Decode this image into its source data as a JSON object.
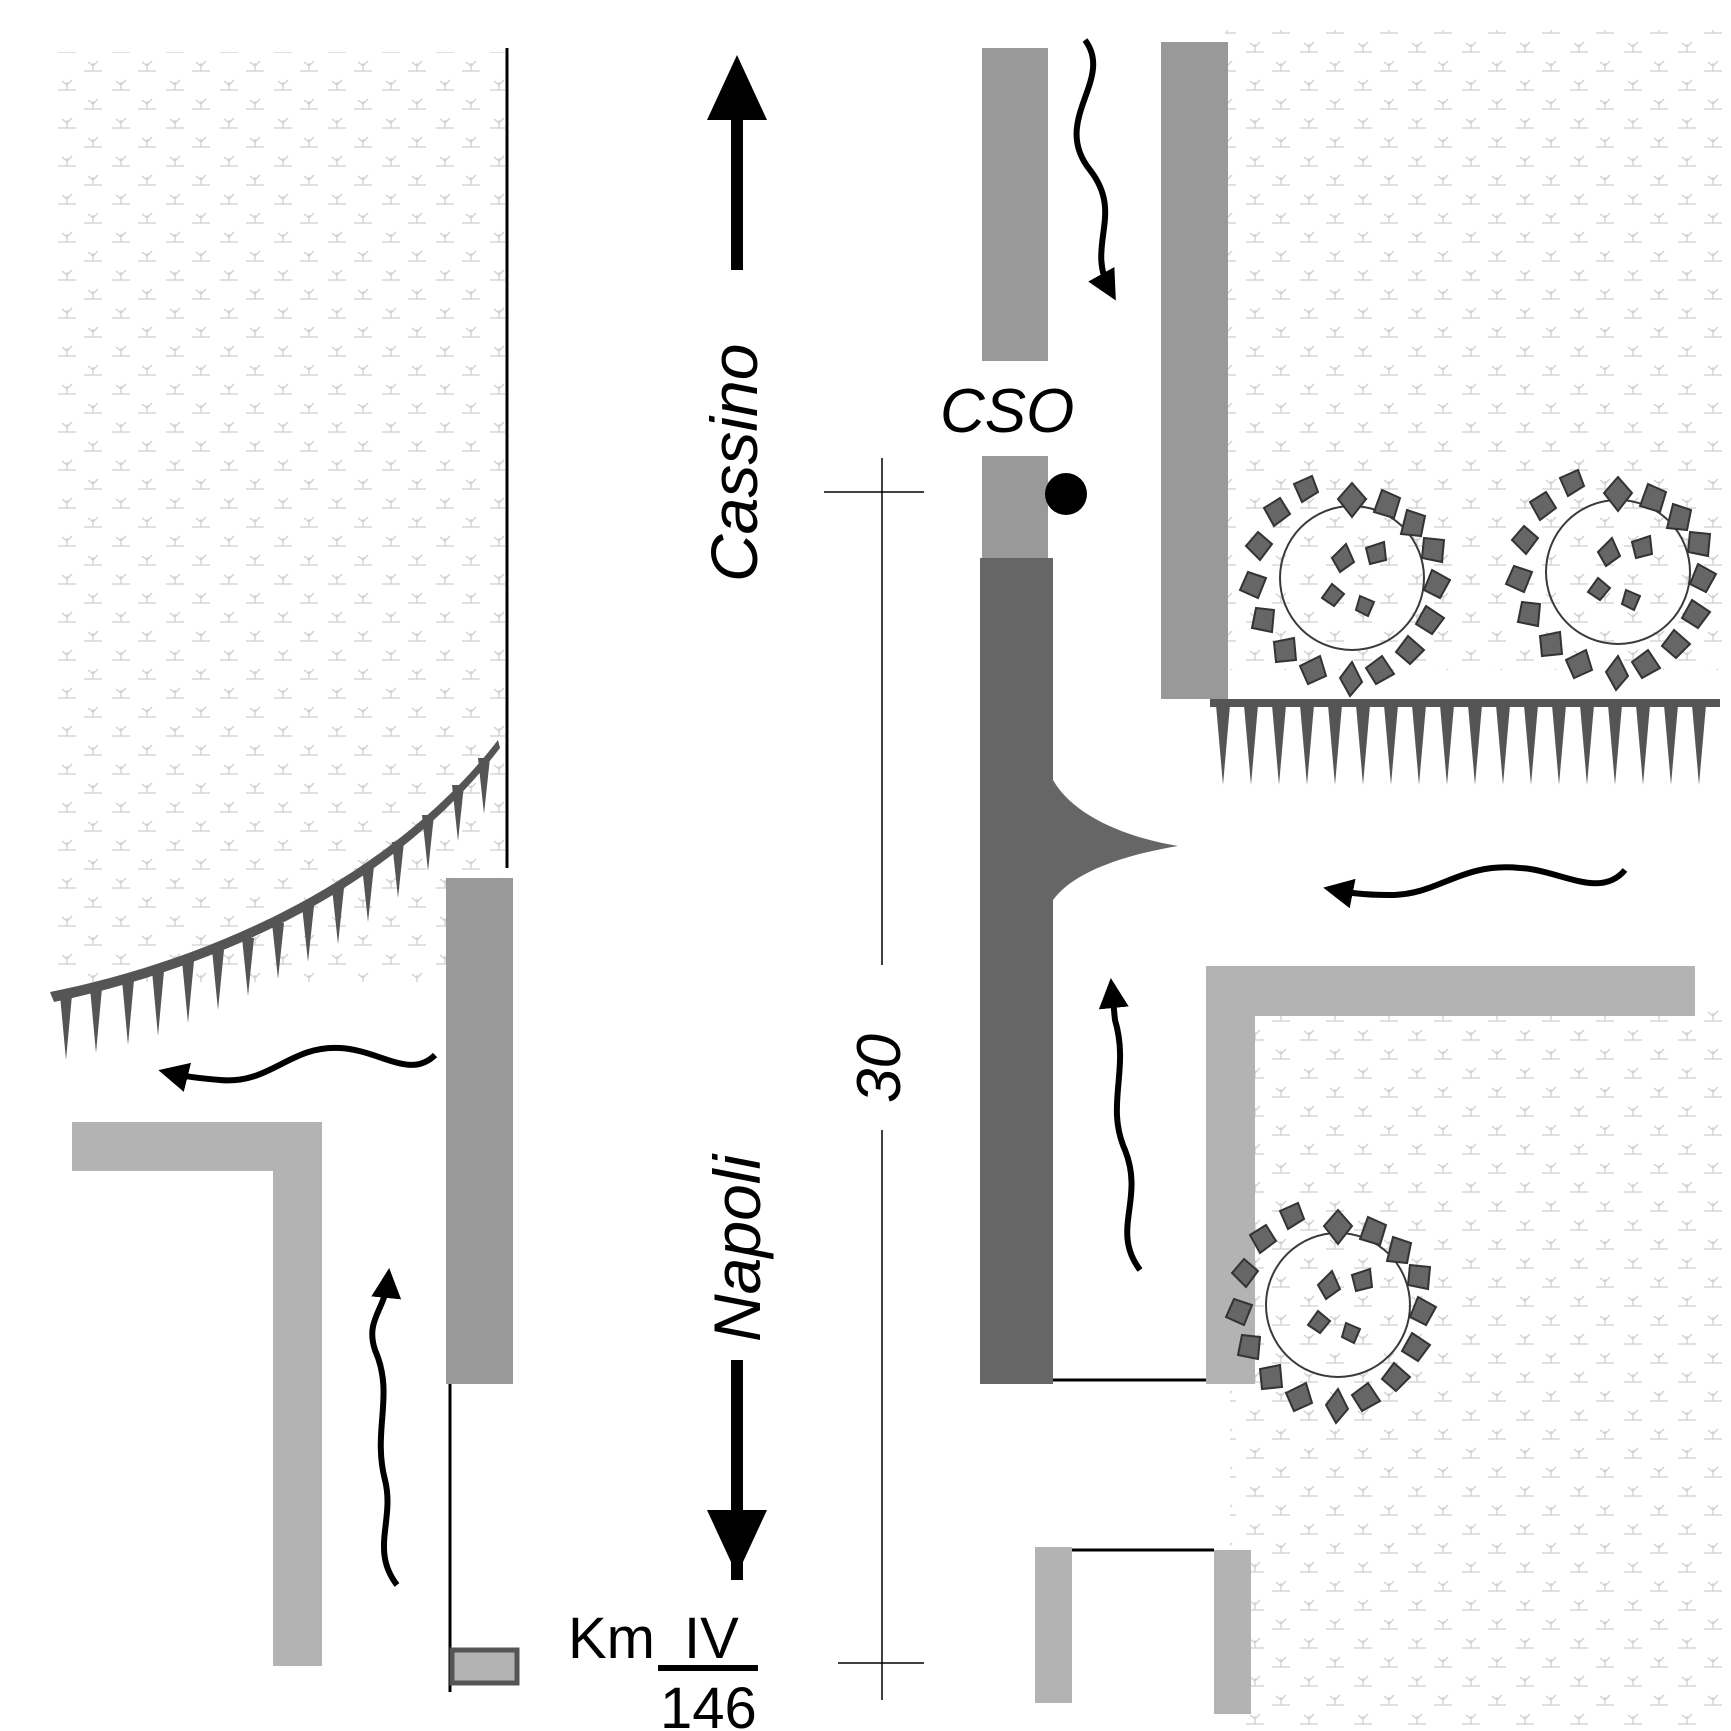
{
  "labels": {
    "cassino": "Cassino",
    "napoli": "Napoli",
    "cso": "CSO",
    "distance": "30",
    "km_prefix": "Km",
    "km_numerator": "IV",
    "km_denominator": "146"
  },
  "colors": {
    "background": "#ffffff",
    "wall_light": "#b3b3b3",
    "wall_mid": "#999999",
    "wall_dark": "#666666",
    "tree": "#666666",
    "hatch_pattern": "#cccccc",
    "ink": "#000000"
  },
  "icons": {
    "direction_arrows": "flow-arrow-icon",
    "trees": "tree-icon",
    "marker": "dot-marker-icon",
    "milestone": "milestone-icon"
  }
}
